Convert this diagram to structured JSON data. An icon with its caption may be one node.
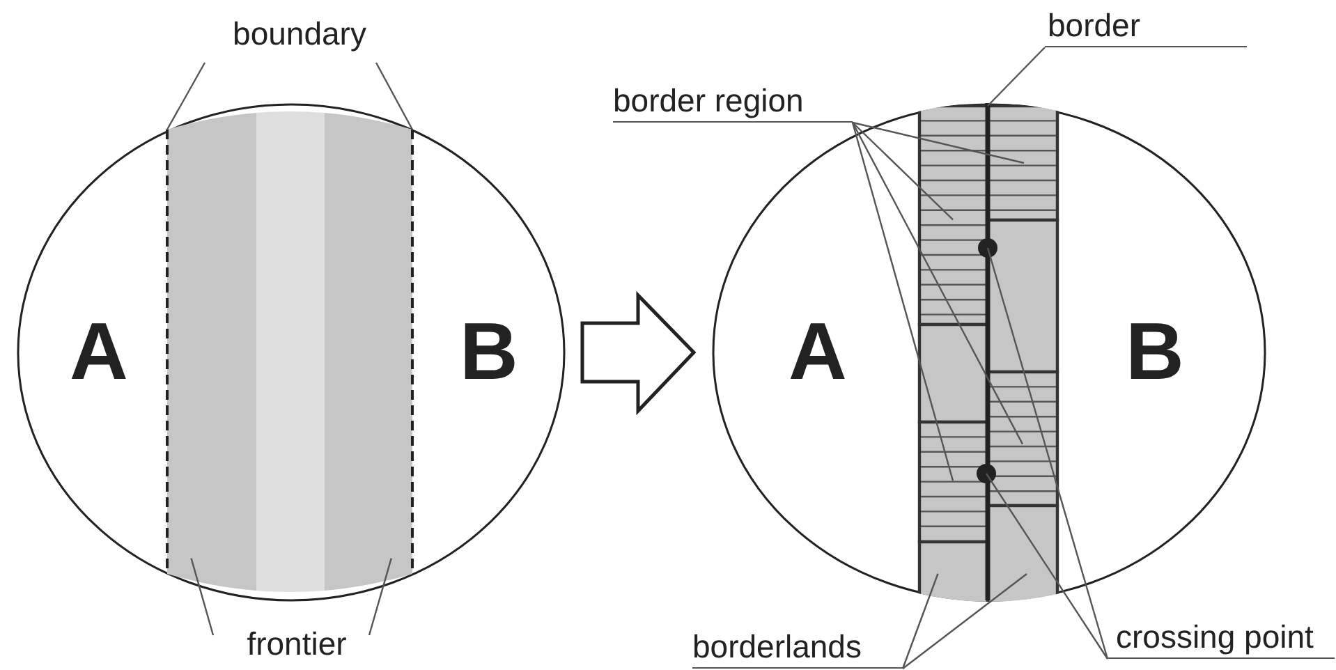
{
  "diagram": {
    "nodes": [
      {
        "text": [
          "boundary"
        ]
      },
      {
        "text": [],
        "shape": "circle"
      },
      {
        "text": [],
        "shape": "line",
        "in": 1
      },
      {
        "text": [],
        "shape": "box",
        "in": 1
      },
      {
        "text": [],
        "shape": "box",
        "in": 1
      },
      {
        "text": [],
        "shape": "box",
        "in": 1
      },
      {
        "text": [],
        "shape": "line",
        "in": 1
      },
      {
        "text": [
          "frontier"
        ]
      },
      {
        "text": [],
        "shape": "circle"
      },
      {
        "text": [
          "border region"
        ]
      },
      {
        "text": [
          "border"
        ]
      },
      {
        "text": [],
        "shape": "line",
        "in": 8
      },
      {
        "text": [],
        "shape": "box",
        "in": 8
      },
      {
        "text": [],
        "shape": "box",
        "in": 8
      },
      {
        "text": [],
        "shape": "box",
        "in": 8
      },
      {
        "text": [],
        "shape": "box",
        "in": 8
      },
      {
        "text": [],
        "shape": "box",
        "in": 8
      },
      {
        "text": [],
        "shape": "box",
        "in": 8
      },
      {
        "text": [],
        "shape": "box",
        "in": 8
      },
      {
        "text": [],
        "shape": "box",
        "in": 8
      },
      {
        "text": [],
        "shape": "circle",
        "in": 8
      },
      {
        "text": [],
        "shape": "circle",
        "in": 8
      },
      {
        "text": [
          "borderlands"
        ]
      },
      {
        "text": [
          "crossing point"
        ]
      }
    ],
    "edges": [
      {
        "from": 0,
        "to": 2,
        "arrow": "none"
      },
      {
        "from": 0,
        "to": 6,
        "arrow": "none"
      },
      {
        "from": 7,
        "to": 3,
        "arrow": "none"
      },
      {
        "from": 7,
        "to": 5,
        "arrow": "none"
      },
      {
        "from": 1,
        "to": 8,
        "arrow": "to"
      },
      {
        "from": 10,
        "to": 11,
        "arrow": "none"
      },
      {
        "from": 9,
        "to": 13,
        "arrow": "none"
      },
      {
        "from": 9,
        "to": 12,
        "arrow": "none"
      },
      {
        "from": 9,
        "to": 16,
        "arrow": "none"
      },
      {
        "from": 9,
        "to": 17,
        "arrow": "none"
      },
      {
        "from": 23,
        "to": 20,
        "arrow": "none"
      },
      {
        "from": 23,
        "to": 21,
        "arrow": "none"
      },
      {
        "from": 22,
        "to": 19,
        "arrow": "none"
      },
      {
        "from": 22,
        "to": 18,
        "arrow": "none"
      }
    ],
    "labels": [
      "A",
      "B",
      "A",
      "B"
    ]
  }
}
